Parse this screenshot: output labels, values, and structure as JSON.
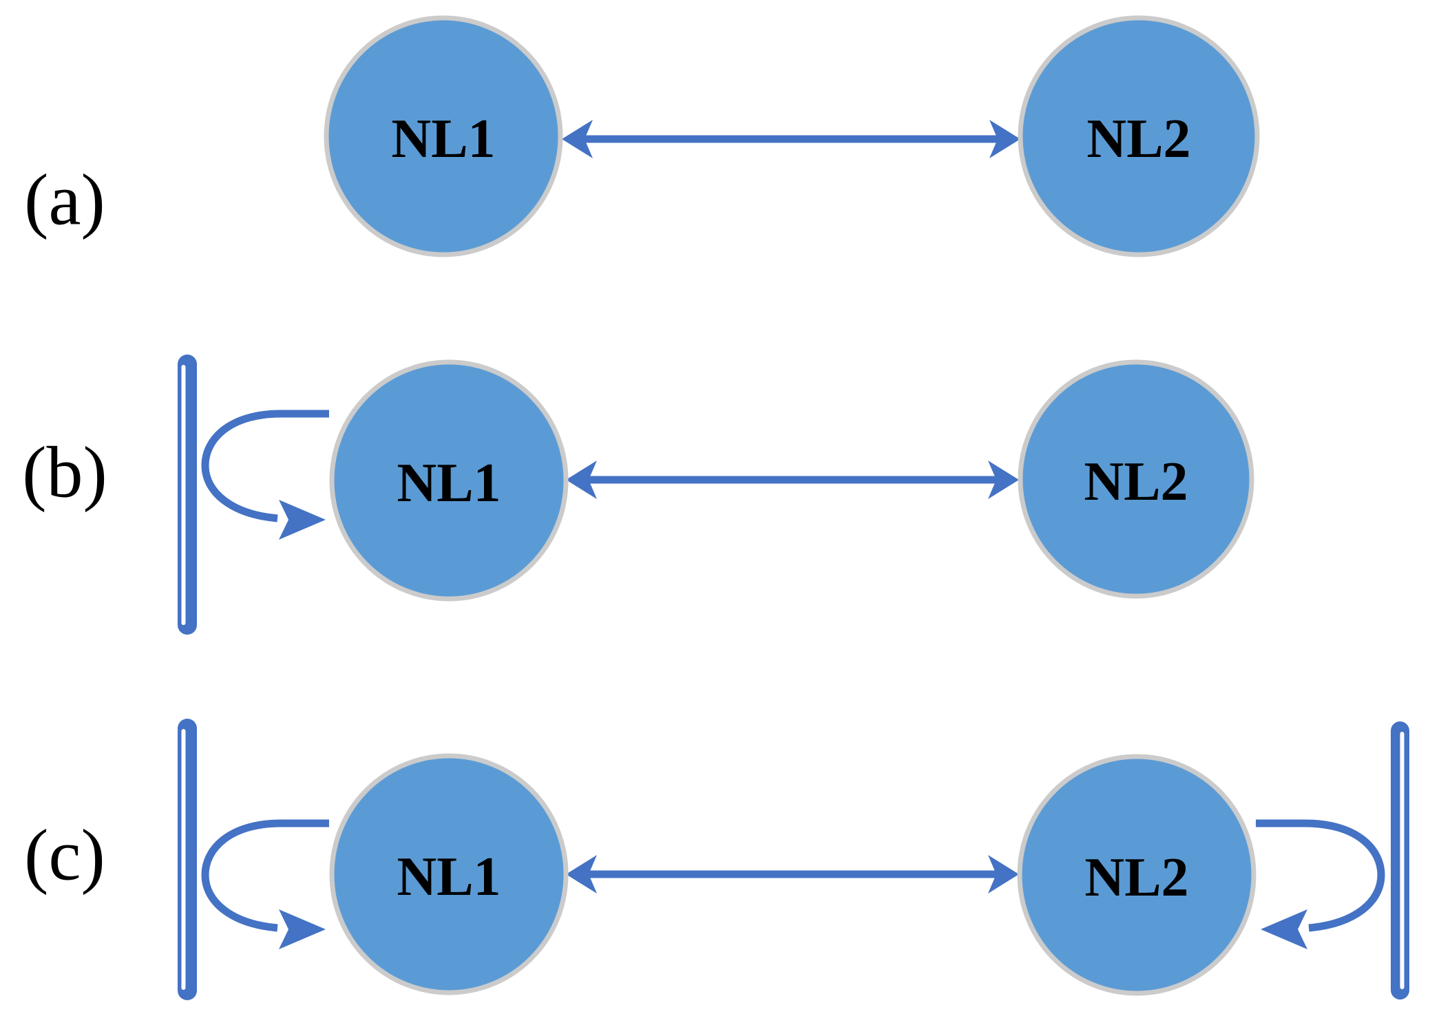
{
  "figure": {
    "background": "#ffffff",
    "colors": {
      "node_fill": "#5b9bd5",
      "node_border": "#cbcbcb",
      "connector_blue": "#4472c4",
      "text": "#000000"
    },
    "panels": {
      "a": {
        "label": "(a)",
        "nodes": [
          "NL1",
          "NL2"
        ],
        "link": "double-headed-arrow",
        "walls": [],
        "self_loops": []
      },
      "b": {
        "label": "(b)",
        "nodes": [
          "NL1",
          "NL2"
        ],
        "link": "double-headed-arrow",
        "walls": [
          "left"
        ],
        "self_loops": [
          "NL1"
        ]
      },
      "c": {
        "label": "(c)",
        "nodes": [
          "NL1",
          "NL2"
        ],
        "link": "double-headed-arrow",
        "walls": [
          "left",
          "right"
        ],
        "self_loops": [
          "NL1",
          "NL2"
        ]
      }
    }
  }
}
